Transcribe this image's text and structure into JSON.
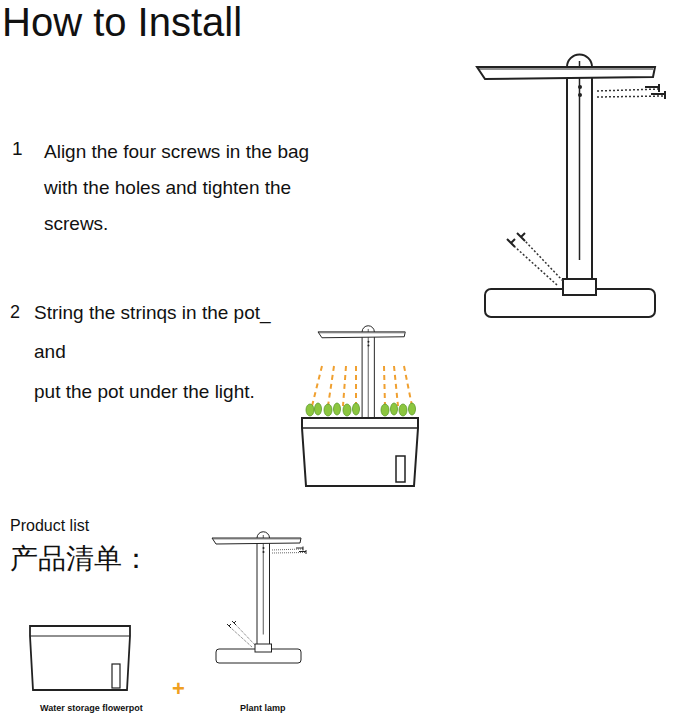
{
  "diagram": {
    "title": "How to Install",
    "labels": [
      "1",
      "Align the four screws in the bag with the holes and tighten the screws.",
      "2",
      "String the strinqs in the pot_",
      "and",
      "put the pot under the light.",
      "Product list",
      "产品清单：",
      "+",
      "Water storage flowerpot",
      "Plant lamp"
    ]
  }
}
